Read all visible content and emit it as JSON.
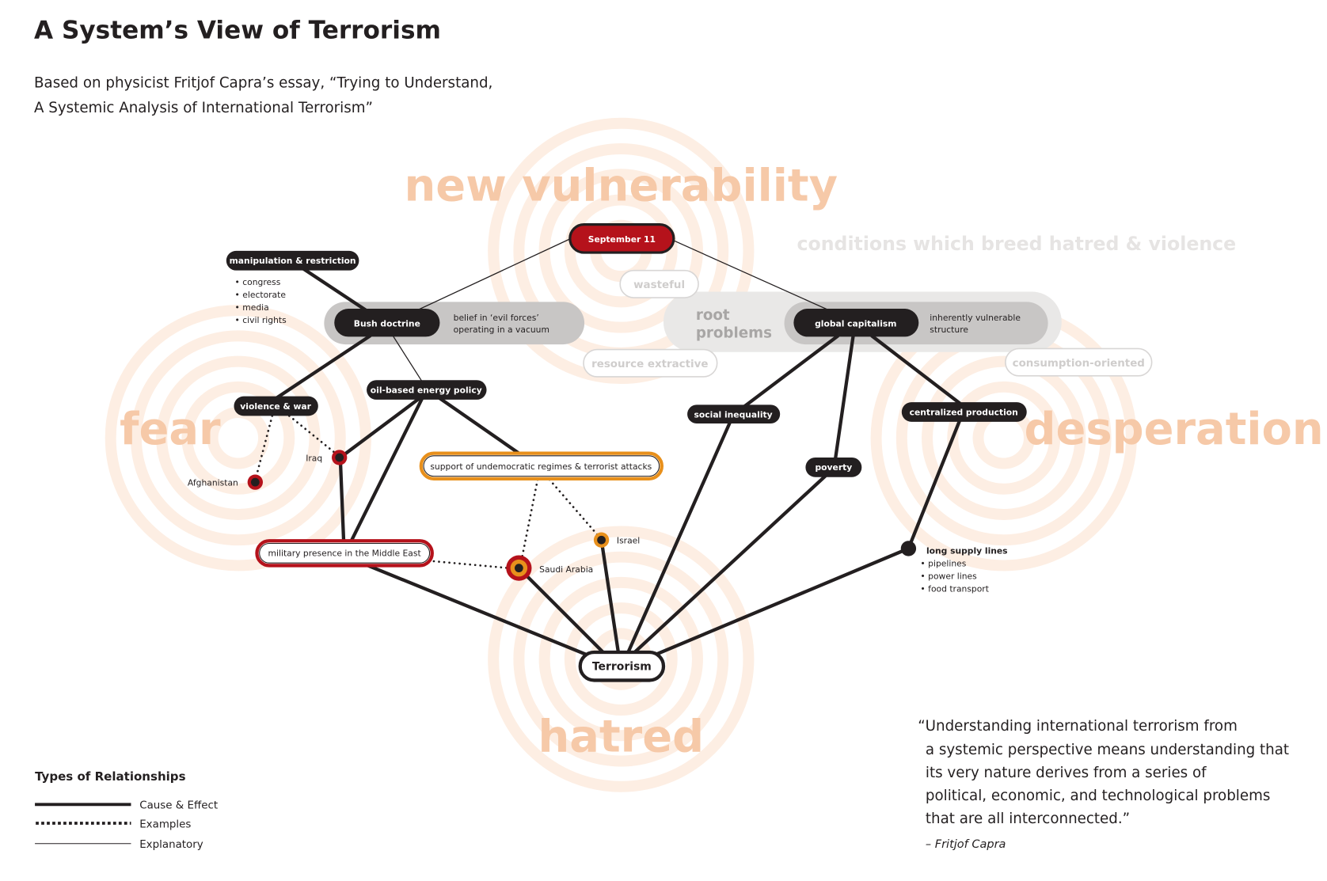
{
  "title": "A System’s View of Terrorism",
  "subtitle": [
    "Based on physicist Fritjof Capra’s essay, “Trying to Understand,",
    "A Systemic Analysis of International Terrorism”"
  ],
  "themes": {
    "top": "new vulnerability",
    "left": "fear",
    "right": "desperation",
    "bottom": "hatred",
    "conditions": "conditions which breed hatred & violence"
  },
  "nodes": {
    "september11": "September 11",
    "manipulation": "manipulation & restriction",
    "manipulation_items": [
      "• congress",
      "• electorate",
      "• media",
      "• civil rights"
    ],
    "bush": "Bush doctrine",
    "bush_note": [
      "belief in ‘evil forces’",
      "operating in a vacuum"
    ],
    "root": [
      "root",
      "problems"
    ],
    "global": "global capitalism",
    "global_note": [
      "inherently vulnerable",
      "structure"
    ],
    "wasteful": "wasteful",
    "resource": "resource extractive",
    "consumption": "consumption-oriented",
    "violence": "violence & war",
    "oil": "oil-based energy policy",
    "support": "support of undemocratic regimes & terrorist attacks",
    "military": "military presence in the Middle East",
    "social": "social inequality",
    "poverty": "poverty",
    "centralized": "centralized production",
    "supply": "long supply lines",
    "supply_items": [
      "• pipelines",
      "• power lines",
      "• food transport"
    ],
    "iraq": "Iraq",
    "afghanistan": "Afghanistan",
    "saudi": "Saudi Arabia",
    "israel": "Israel",
    "terrorism": "Terrorism"
  },
  "legend": {
    "title": "Types of Relationships",
    "items": [
      "Cause & Effect",
      "Examples",
      "Explanatory"
    ]
  },
  "quote": {
    "lines": [
      "“Understanding international terrorism from",
      "a systemic perspective means understanding that",
      "its very nature derives from a series of",
      "political, economic, and technological problems",
      "that are all interconnected.”"
    ],
    "author": "– Fritjof Capra"
  },
  "colors": {
    "red": "#b5121b",
    "orange": "#e8901c",
    "dark": "#231f20",
    "ring": "#fdeee3",
    "theme": "#f6c9a8"
  }
}
